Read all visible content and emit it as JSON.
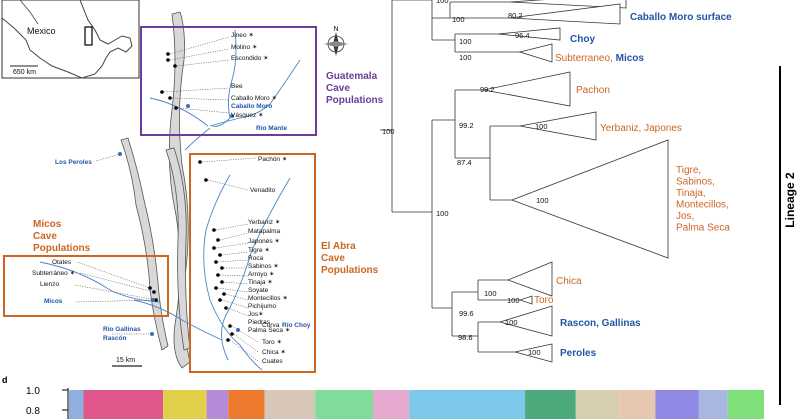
{
  "colors": {
    "guatemala": "#6a3d9a",
    "abra": "#cc6622",
    "micos": "#cc6622",
    "blue_label": "#2255a4",
    "river": "#4a86c8",
    "range": "#666666"
  },
  "inset": {
    "country": "Mexico",
    "scale": "650 km"
  },
  "map": {
    "compass": "N",
    "scale_label": "15 km",
    "regions": [
      {
        "id": "guatemala",
        "lines": [
          "Guatemala",
          "Cave",
          "Populations"
        ]
      },
      {
        "id": "abra",
        "lines": [
          "El Abra",
          "Cave",
          "Populations"
        ]
      },
      {
        "id": "micos",
        "lines": [
          "Micos",
          "Cave",
          "Populations"
        ]
      }
    ],
    "caves": [
      "Jineo ✶",
      "Molino ✶",
      "Escondido ✶",
      "Bee",
      "Caballo Moro ✶",
      "Vásquez ✶",
      "Pachón ✶",
      "Venadito",
      "Yerbaniz ✶",
      "Matapalma",
      "Japonés ✶",
      "Tigre ✶",
      "Roca",
      "Sabinos ✶",
      "Arroyo ✶",
      "Tinaja ✶",
      "Soyate",
      "Montecillos ✶",
      "Pichijumo",
      "Jos✶",
      "Piedras",
      "Palma Seca ✶",
      "Curva",
      "Toro ✶",
      "Chica ✶",
      "Cuates",
      "Otates",
      "Subterráneo ✶",
      "Lienzo"
    ],
    "surface_sites": [
      "Caballo Moro",
      "Río Mante",
      "Los Peroles",
      "Micos",
      "Río Gallinas",
      "Rascón",
      "Río Choy"
    ]
  },
  "tree": {
    "lineage_label": "Lineage 2",
    "nodes": [
      "100",
      "100",
      "80.2",
      "100",
      "96.4",
      "100",
      "100",
      "99.2",
      "99.2",
      "100",
      "87.4",
      "100",
      "100",
      "100",
      "100",
      "99.6",
      "100",
      "98.6",
      "100"
    ],
    "clades": [
      {
        "name": "Caballo Moro surface",
        "kind": "surface"
      },
      {
        "name": "Choy",
        "kind": "surface"
      },
      {
        "cave": "Subterraneo, ",
        "surface": "Micos",
        "kind": "mixed"
      },
      {
        "name": "Pachon",
        "kind": "cave"
      },
      {
        "name": "Yerbaniz, Japones",
        "kind": "cave"
      },
      {
        "lines": [
          "Tigre,",
          "Sabinos,",
          "Tinaja,",
          "Montecillos,",
          "Jos,",
          "Palma Seca"
        ],
        "kind": "cave"
      },
      {
        "name": "Chica",
        "kind": "cave"
      },
      {
        "name": "Toro",
        "kind": "cave"
      },
      {
        "name": "Rascon, Gallinas",
        "kind": "surface"
      },
      {
        "name": "Peroles",
        "kind": "surface"
      }
    ]
  },
  "panel_d": {
    "panel_label": "d",
    "y_ticks": [
      "1.0",
      "0.8"
    ],
    "segments": [
      {
        "frac": 0.02,
        "color": "#8fb0dd"
      },
      {
        "frac": 0.11,
        "color": "#e0578c"
      },
      {
        "frac": 0.06,
        "color": "#e2d04a"
      },
      {
        "frac": 0.03,
        "color": "#b48bd8"
      },
      {
        "frac": 0.05,
        "color": "#ee7a2e"
      },
      {
        "frac": 0.07,
        "color": "#d8c7b8"
      },
      {
        "frac": 0.08,
        "color": "#7fdc9a"
      },
      {
        "frac": 0.05,
        "color": "#e5a8cf"
      },
      {
        "frac": 0.16,
        "color": "#7cc8ea"
      },
      {
        "frac": 0.07,
        "color": "#4caa7a"
      },
      {
        "frac": 0.06,
        "color": "#d8cfae"
      },
      {
        "frac": 0.05,
        "color": "#e6c8b0"
      },
      {
        "frac": 0.06,
        "color": "#8f88e4"
      },
      {
        "frac": 0.04,
        "color": "#a7b7e0"
      },
      {
        "frac": 0.05,
        "color": "#7fe07a"
      }
    ]
  }
}
